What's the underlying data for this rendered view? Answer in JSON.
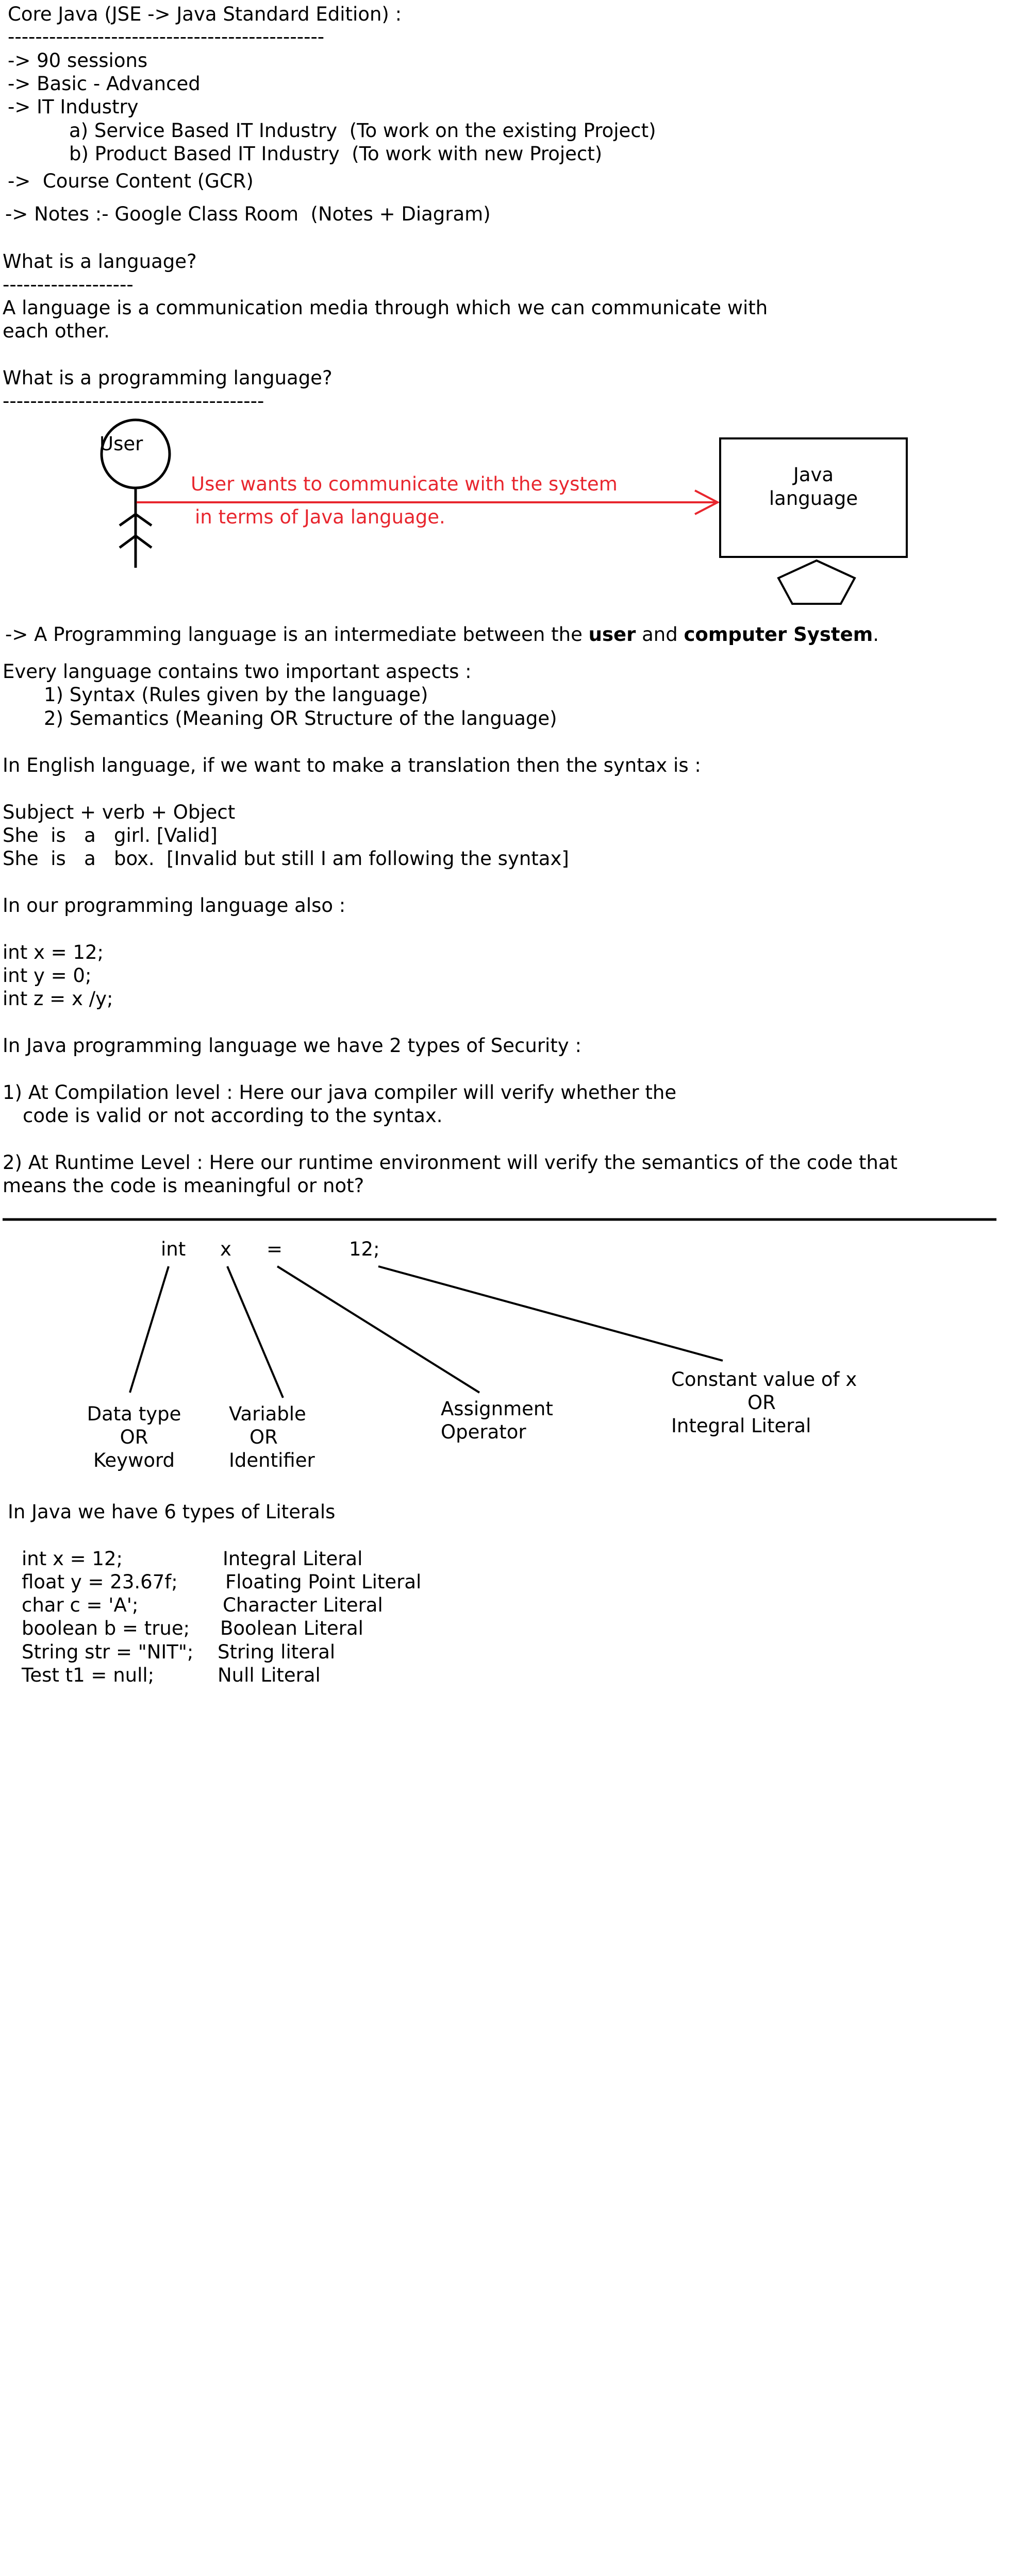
{
  "colors": {
    "text": "#000000",
    "accent_red": "#e8262e",
    "background": "#ffffff"
  },
  "intro": {
    "title": "Core Java (JSE -> Java Standard Edition) :",
    "underline": "----------------------------------------------",
    "items": [
      "-> 90 sessions",
      "-> Basic - Advanced",
      "-> IT Industry"
    ],
    "industry_a": "a) Service Based IT Industry  (To work on the existing Project)",
    "industry_b": "b) Product Based IT Industry  (To work with new Project)",
    "course_content": "->  Course Content (GCR)",
    "notes": "-> Notes :- Google Class Room  (Notes + Diagram)"
  },
  "language": {
    "heading": "What is a language?",
    "underline": "-------------------",
    "definition_line1": "A language is a communication media through which we can communicate with",
    "definition_line2": "each other."
  },
  "programming": {
    "heading": "What is a programming language?",
    "underline": "--------------------------------------"
  },
  "diagram1": {
    "user_label": "User",
    "arrow_line1": "User wants to communicate with the system",
    "arrow_line2": "in terms of Java language.",
    "box_line1": "Java",
    "box_line2": "language"
  },
  "intermediate": {
    "prefix": "-> A Programming language is an intermediate between the ",
    "bold1": "user",
    "middle": " and ",
    "bold2": "computer System",
    "suffix": "."
  },
  "aspects": {
    "intro": "Every language contains two important aspects :",
    "syntax": "1) Syntax (Rules given by the language)",
    "semantics": "2) Semantics (Meaning OR Structure of the language)"
  },
  "english": {
    "intro": "In English language, if we want to make a translation then the syntax is :",
    "pattern": "Subject + verb + Object",
    "example1": "She  is   a   girl. [Valid]",
    "example2": "She  is   a   box.  [Invalid but still I am following the syntax]"
  },
  "programming_example": {
    "intro": "In our programming language also :",
    "line1": "int x = 12;",
    "line2": "int y = 0;",
    "line3": "int z = x /y;"
  },
  "security": {
    "intro": "In Java programming language we have 2 types of Security :",
    "compile_line1": "1) At Compilation level : Here our java compiler will verify whether the",
    "compile_line2": "code is valid or not according to the syntax.",
    "runtime_line1": "2) At Runtime Level : Here our runtime environment will verify the semantics of the code that",
    "runtime_line2": "means the code is meaningful or not?"
  },
  "declaration": {
    "tokens": {
      "int": "int",
      "x": "x",
      "eq": "=",
      "val": "12;"
    },
    "datatype": [
      "Data type",
      "OR",
      "Keyword"
    ],
    "variable": [
      "Variable",
      "OR",
      "Identifier"
    ],
    "assignment": [
      "Assignment",
      "Operator"
    ],
    "constant": [
      "Constant value of x",
      "OR",
      "Integral Literal"
    ]
  },
  "literals": {
    "intro": "In Java we have 6 types of Literals",
    "rows": [
      {
        "code": "int x = 12;",
        "kind": "Integral Literal"
      },
      {
        "code": "float y = 23.67f;",
        "kind": "Floating Point Literal"
      },
      {
        "code": "char c = 'A';",
        "kind": "Character Literal"
      },
      {
        "code": "boolean b = true;",
        "kind": "Boolean Literal"
      },
      {
        "code": "String str = \"NIT\";",
        "kind": "String literal"
      },
      {
        "code": "Test t1 = null;",
        "kind": "Null Literal"
      }
    ]
  }
}
